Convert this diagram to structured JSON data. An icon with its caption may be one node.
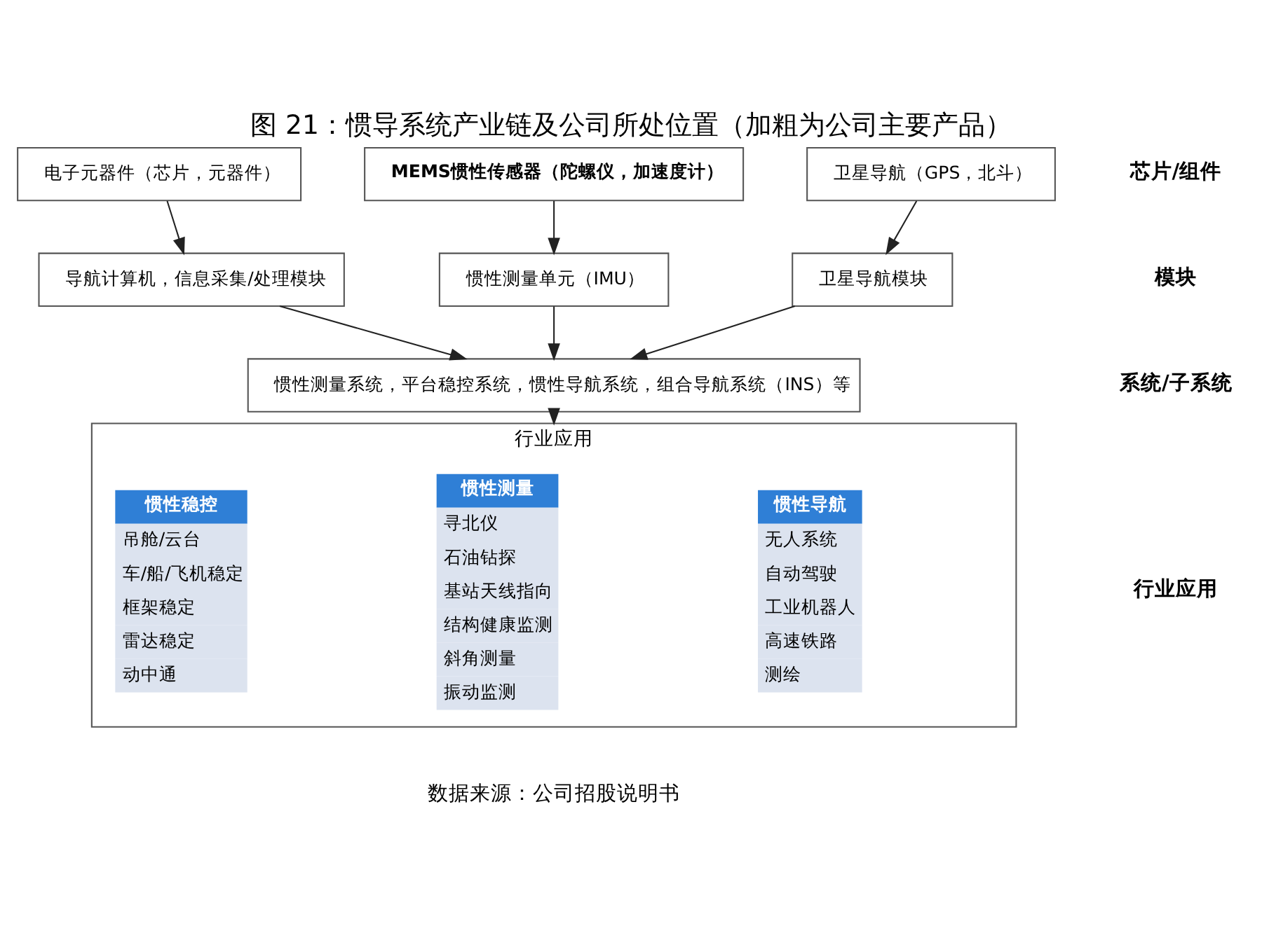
{
  "diagram": {
    "title": "图 21：惯导系统产业链及公司所处位置（加粗为公司主要产品）",
    "caption": "数据来源：公司招股说明书",
    "nodes": [
      {
        "text": [
          "电子元器件（芯片，元器件）"
        ]
      },
      {
        "text": [
          "MEMS惯性传感器（陀螺仪，加速度计）"
        ]
      },
      {
        "text": [
          "卫星导航（GPS，北斗）"
        ]
      },
      {
        "text": [
          "导航计算机，信息采集/处理模块"
        ]
      },
      {
        "text": [
          "惯性测量单元（IMU）"
        ]
      },
      {
        "text": [
          "卫星导航模块"
        ]
      },
      {
        "text": [
          "惯性测量系统，平台稳控系统，惯性导航系统，组合导航系统（INS）等"
        ]
      },
      {
        "text": [
          "行业应用"
        ]
      },
      {
        "text": [
          "惯性导航",
          "无人系统",
          "自动驾驶",
          "工业机器人",
          "高速铁路",
          "测绘"
        ],
        "in": 7
      },
      {
        "text": [
          "惯性测量",
          "寻北仪",
          "石油钻探",
          "基站天线指向",
          "结构健康监测",
          "斜角测量",
          "振动监测"
        ],
        "in": 7
      },
      {
        "text": [
          "惯性稳控",
          "吊舱/云台",
          "车/船/飞机稳定",
          "框架稳定",
          "雷达稳定",
          "动中通"
        ],
        "in": 7
      }
    ],
    "edges": [
      {
        "from": 0,
        "to": 3,
        "arrow": "to"
      },
      {
        "from": 1,
        "to": 4,
        "arrow": "to"
      },
      {
        "from": 2,
        "to": 5,
        "arrow": "to"
      },
      {
        "from": 3,
        "to": 6,
        "arrow": "to"
      },
      {
        "from": 4,
        "to": 6,
        "arrow": "to"
      },
      {
        "from": 5,
        "to": 6,
        "arrow": "to"
      },
      {
        "from": 6,
        "to": 7,
        "arrow": "to"
      }
    ],
    "labels": [
      "芯片/组件",
      "模块",
      "系统/子系统",
      "行业应用"
    ]
  }
}
